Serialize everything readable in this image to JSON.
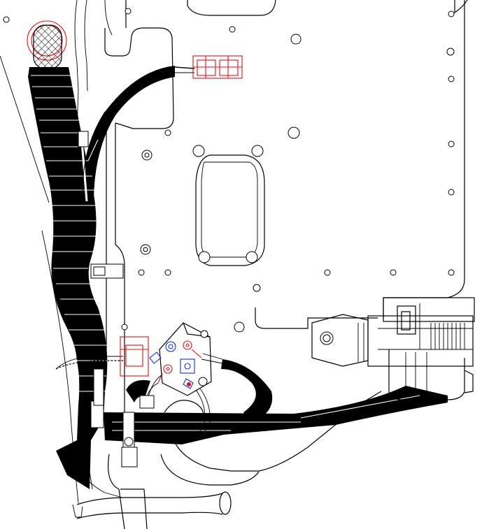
{
  "colors": {
    "line": "#000000",
    "background": "#ffffff",
    "connector_highlight": "#e0101a",
    "terminal_highlight": "#1030e0"
  },
  "components": [
    {
      "name": "ring-terminal",
      "highlight": "red"
    },
    {
      "name": "top-connector",
      "highlight": "red"
    },
    {
      "name": "center-connector",
      "highlight": "red"
    },
    {
      "name": "solenoid-terminals",
      "highlight": "red-blue"
    },
    {
      "name": "main-wire-harness",
      "highlight": "none"
    },
    {
      "name": "right-connector-block",
      "highlight": "none"
    }
  ]
}
